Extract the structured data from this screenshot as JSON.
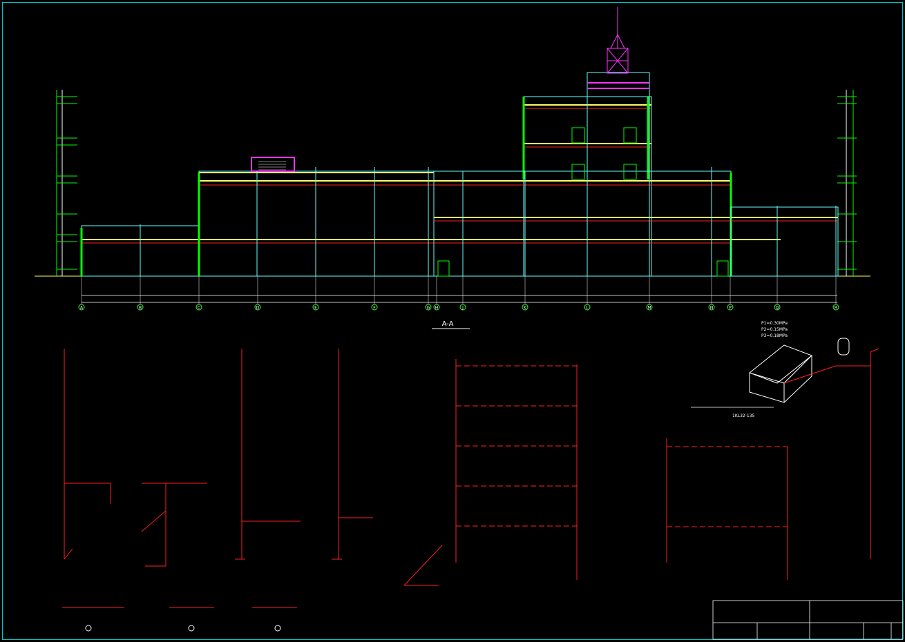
{
  "colors": {
    "background": "#000000",
    "frame": "#00c8c8",
    "structure_yellow": "#ffff66",
    "column_cyan": "#66ffff",
    "wall_green": "#00ff00",
    "pipe_red": "#ff2020",
    "roof_magenta": "#ff33ff",
    "grid_green": "#33ff33",
    "annotation_white": "#ffffff"
  },
  "section": {
    "axes": [
      "A",
      "B",
      "C",
      "D",
      "E",
      "F",
      "G",
      "H",
      "J",
      "K",
      "L",
      "M",
      "N",
      "P",
      "Q",
      "R"
    ],
    "pressure_notes": [
      "P1=0.30MPa",
      "P2=0.15MPa",
      "P3=0.18MPa"
    ],
    "equipment_notes": [
      "1KL32-135"
    ]
  },
  "title_block": {
    "labels": [
      "A-A"
    ]
  }
}
